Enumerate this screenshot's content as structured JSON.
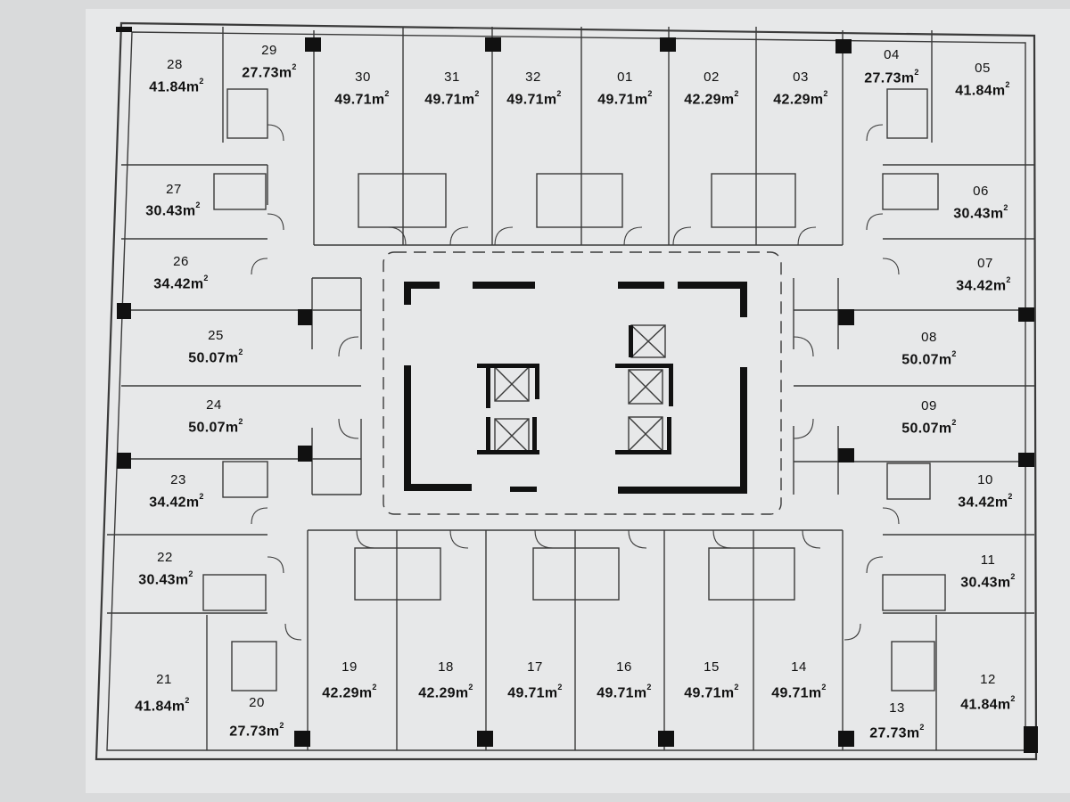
{
  "plan": {
    "title": "",
    "units": [
      {
        "no": "28",
        "area": "41.84m",
        "sup": "2"
      },
      {
        "no": "29",
        "area": "27.73m",
        "sup": "2"
      },
      {
        "no": "30",
        "area": "49.71m",
        "sup": "2"
      },
      {
        "no": "31",
        "area": "49.71m",
        "sup": "2"
      },
      {
        "no": "32",
        "area": "49.71m",
        "sup": "2"
      },
      {
        "no": "01",
        "area": "49.71m",
        "sup": "2"
      },
      {
        "no": "02",
        "area": "42.29m",
        "sup": "2"
      },
      {
        "no": "03",
        "area": "42.29m",
        "sup": "2"
      },
      {
        "no": "04",
        "area": "27.73m",
        "sup": "2"
      },
      {
        "no": "05",
        "area": "41.84m",
        "sup": "2"
      },
      {
        "no": "27",
        "area": "30.43m",
        "sup": "2"
      },
      {
        "no": "06",
        "area": "30.43m",
        "sup": "2"
      },
      {
        "no": "26",
        "area": "34.42m",
        "sup": "2"
      },
      {
        "no": "07",
        "area": "34.42m",
        "sup": "2"
      },
      {
        "no": "25",
        "area": "50.07m",
        "sup": "2"
      },
      {
        "no": "08",
        "area": "50.07m",
        "sup": "2"
      },
      {
        "no": "24",
        "area": "50.07m",
        "sup": "2"
      },
      {
        "no": "09",
        "area": "50.07m",
        "sup": "2"
      },
      {
        "no": "23",
        "area": "34.42m",
        "sup": "2"
      },
      {
        "no": "10",
        "area": "34.42m",
        "sup": "2"
      },
      {
        "no": "22",
        "area": "30.43m",
        "sup": "2"
      },
      {
        "no": "11",
        "area": "30.43m",
        "sup": "2"
      },
      {
        "no": "21",
        "area": "41.84m",
        "sup": "2"
      },
      {
        "no": "20",
        "area": "27.73m",
        "sup": "2"
      },
      {
        "no": "19",
        "area": "42.29m",
        "sup": "2"
      },
      {
        "no": "18",
        "area": "42.29m",
        "sup": "2"
      },
      {
        "no": "17",
        "area": "49.71m",
        "sup": "2"
      },
      {
        "no": "16",
        "area": "49.71m",
        "sup": "2"
      },
      {
        "no": "15",
        "area": "49.71m",
        "sup": "2"
      },
      {
        "no": "14",
        "area": "49.71m",
        "sup": "2"
      },
      {
        "no": "13",
        "area": "27.73m",
        "sup": "2"
      },
      {
        "no": "12",
        "area": "41.84m",
        "sup": "2"
      }
    ],
    "colors": {
      "wall": "#333333",
      "column": "#111111",
      "paper": "#e7e8e9",
      "background": "#d9dadb"
    }
  }
}
